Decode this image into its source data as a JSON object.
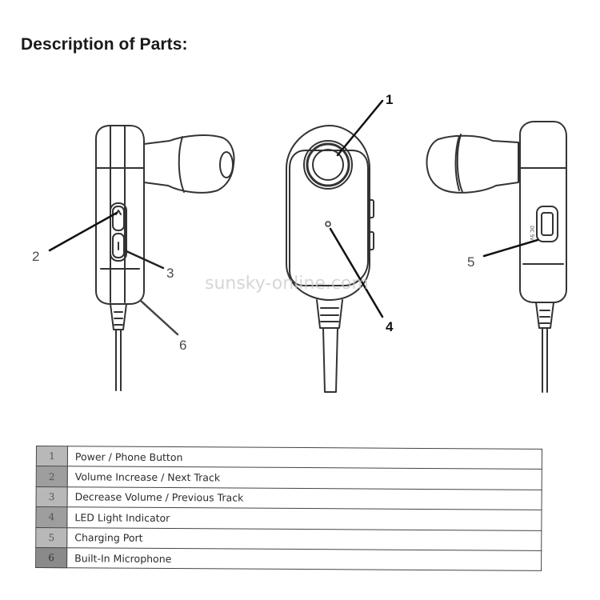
{
  "title": "Description of Parts:",
  "watermark": "sunsky-online.com",
  "diagram": {
    "callouts": [
      "1",
      "2",
      "3",
      "4",
      "5",
      "6"
    ],
    "port_label": "DC 5V"
  },
  "parts": [
    {
      "num": "1",
      "desc": "Power / Phone Button"
    },
    {
      "num": "2",
      "desc": "Volume Increase / Next Track"
    },
    {
      "num": "3",
      "desc": "Decrease Volume / Previous Track"
    },
    {
      "num": "4",
      "desc": "LED Light Indicator"
    },
    {
      "num": "5",
      "desc": "Charging Port"
    },
    {
      "num": "6",
      "desc": "Built-In Microphone"
    }
  ]
}
